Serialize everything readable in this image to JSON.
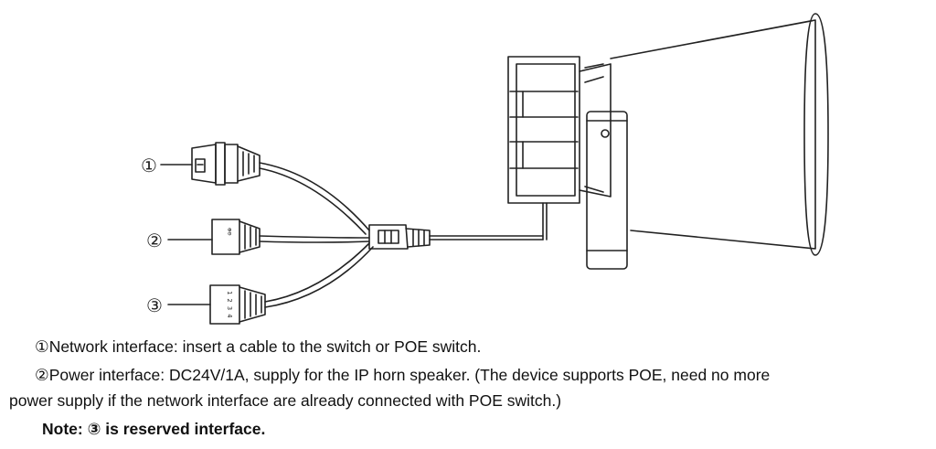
{
  "diagram": {
    "callouts": {
      "network": "①",
      "power": "②",
      "reserved": "③"
    },
    "power_plug_label": "⊕⊖",
    "reserved_plug_label": "1 2 3 4"
  },
  "captions": {
    "network": "①Network interface: insert a cable to the switch or POE switch.",
    "power_line1": "②Power interface: DC24V/1A, supply for the IP horn speaker. (The device supports POE, need no more",
    "power_line2": "power supply if the network interface are already connected with POE switch.)",
    "note": "Note: ③ is reserved interface."
  }
}
